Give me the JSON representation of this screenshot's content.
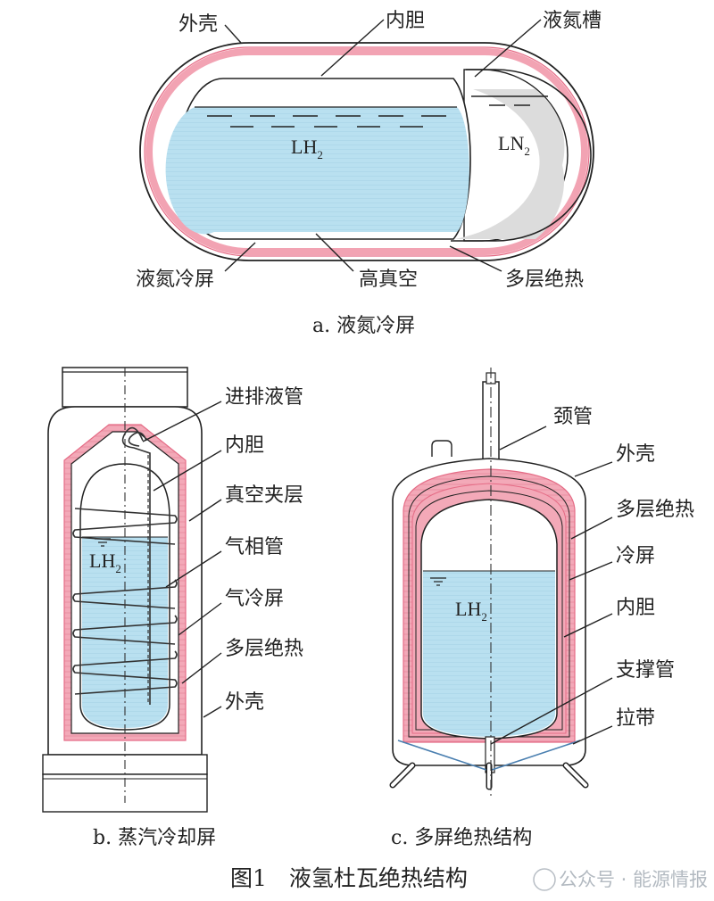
{
  "panel_a": {
    "labels": {
      "outer_shell": "外壳",
      "inner_tank": "内胆",
      "ln2_tank": "液氮槽",
      "ln2_shield": "液氮冷屏",
      "high_vacuum": "高真空",
      "mli": "多层绝热"
    },
    "lh2": "LH",
    "lh2_sub": "2",
    "ln2": "LN",
    "ln2_sub": "2",
    "caption": "a. 液氮冷屏"
  },
  "panel_b": {
    "labels": {
      "fill_drain_pipe": "进排液管",
      "inner_tank": "内胆",
      "vacuum_interlayer": "真空夹层",
      "gas_pipe": "气相管",
      "gas_shield": "气冷屏",
      "mli": "多层绝热",
      "outer_shell": "外壳"
    },
    "lh2": "LH",
    "lh2_sub": "2",
    "caption": "b. 蒸汽冷却屏"
  },
  "panel_c": {
    "labels": {
      "neck_tube": "颈管",
      "outer_shell": "外壳",
      "mli": "多层绝热",
      "cold_shield": "冷屏",
      "inner_tank": "内胆",
      "support_tube": "支撑管",
      "strap": "拉带"
    },
    "lh2": "LH",
    "lh2_sub": "2",
    "caption": "c. 多屏绝热结构"
  },
  "figure_title": "图1　液氢杜瓦绝热结构",
  "watermark": "公众号 · 能源情报",
  "colors": {
    "liquid_hydrogen": "#b9e0f0",
    "liquid_nitrogen": "#dcdcdc",
    "insulation": "#f2a3b3",
    "outline": "#222222"
  }
}
